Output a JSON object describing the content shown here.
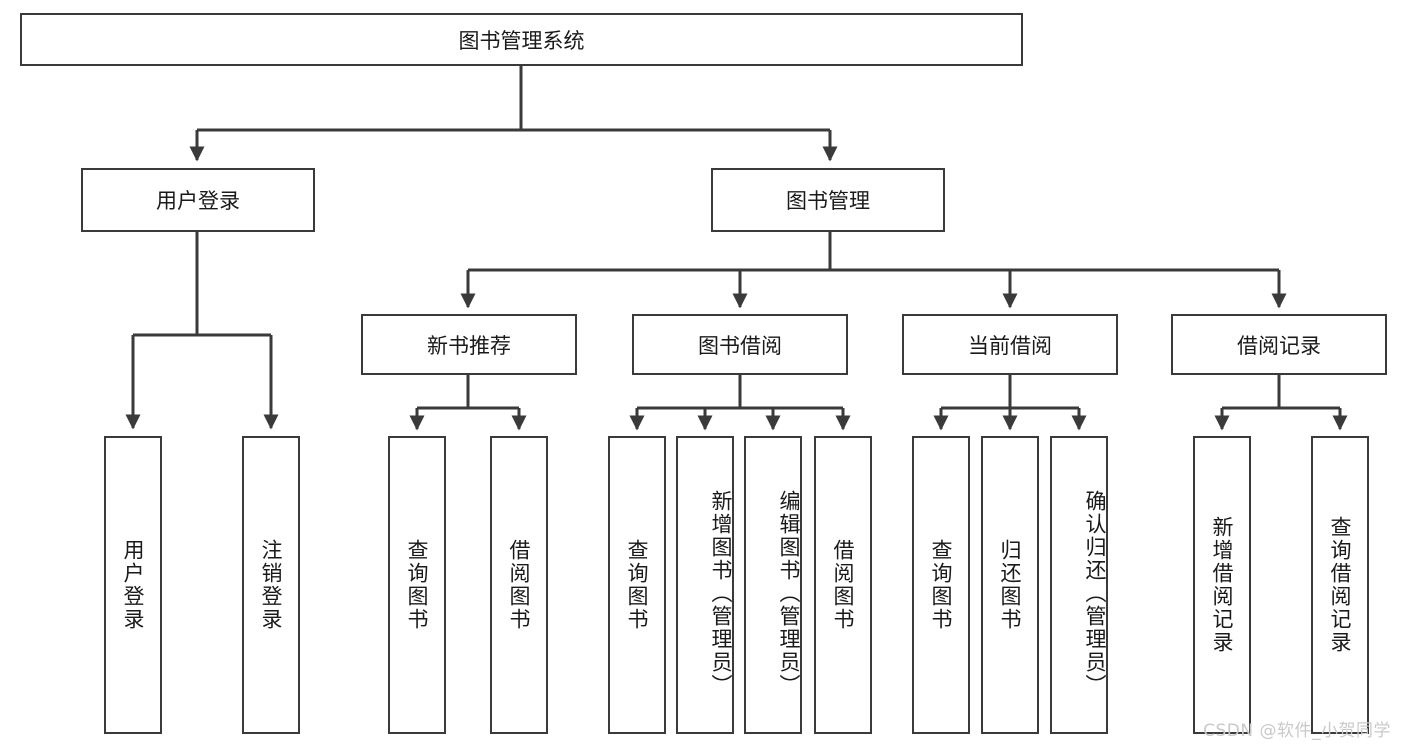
{
  "diagram": {
    "title": "图书管理系统",
    "type": "tree-hierarchy-diagram",
    "watermark": "CSDN @软件_小贺同学",
    "colors": {
      "box_border": "#3a3a3a",
      "box_fill": "#ffffff",
      "line": "#3a3a3a",
      "text": "#1a1a1a",
      "watermark": "#c9c9c9"
    },
    "root": {
      "label": "图书管理系统"
    },
    "level2": [
      {
        "label": "用户登录"
      },
      {
        "label": "图书管理"
      }
    ],
    "level3": [
      {
        "label": "新书推荐"
      },
      {
        "label": "图书借阅"
      },
      {
        "label": "当前借阅"
      },
      {
        "label": "借阅记录"
      }
    ],
    "leaves": {
      "user_login": [
        {
          "label": "用户登录"
        },
        {
          "label": "注销登录"
        }
      ],
      "new_book": [
        {
          "label": "查询图书"
        },
        {
          "label": "借阅图书"
        }
      ],
      "borrow_book": [
        {
          "label": "查询图书"
        },
        {
          "label": "新增图书（管理员）"
        },
        {
          "label": "编辑图书（管理员）"
        },
        {
          "label": "借阅图书"
        }
      ],
      "current_borrow": [
        {
          "label": "查询图书"
        },
        {
          "label": "归还图书"
        },
        {
          "label": "确认归还（管理员）"
        }
      ],
      "borrow_record": [
        {
          "label": "新增借阅记录"
        },
        {
          "label": "查询借阅记录"
        }
      ]
    }
  }
}
